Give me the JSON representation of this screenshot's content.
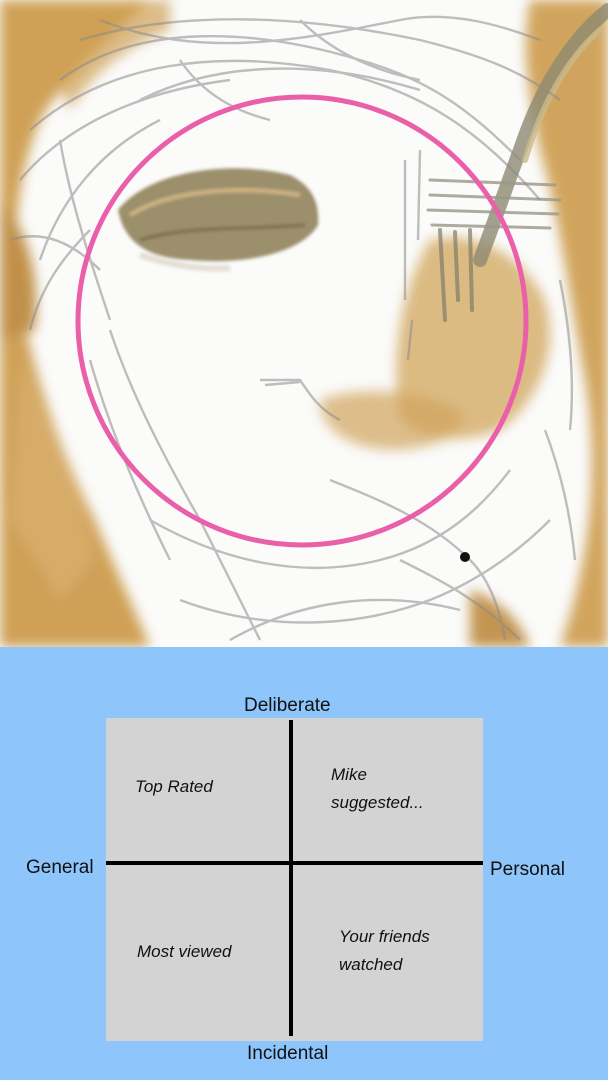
{
  "colors": {
    "panel_background": "#8ec5fb",
    "quadrant_fill": "#d3d3d3",
    "circle_stroke": "#ea5fa9",
    "paint_ochre": "#c9943f",
    "pencil_gray": "#8a8a8a"
  },
  "sketch": {
    "subject": "face-drawing",
    "highlight": "pink-circle"
  },
  "diagram": {
    "axes": {
      "top": "Deliberate",
      "bottom": "Incidental",
      "left": "General",
      "right": "Personal"
    },
    "quadrants": {
      "top_left": "Top Rated",
      "top_right_line1": "Mike",
      "top_right_line2": "suggested...",
      "bottom_left": "Most viewed",
      "bottom_right_line1": "Your friends",
      "bottom_right_line2": "watched"
    }
  }
}
